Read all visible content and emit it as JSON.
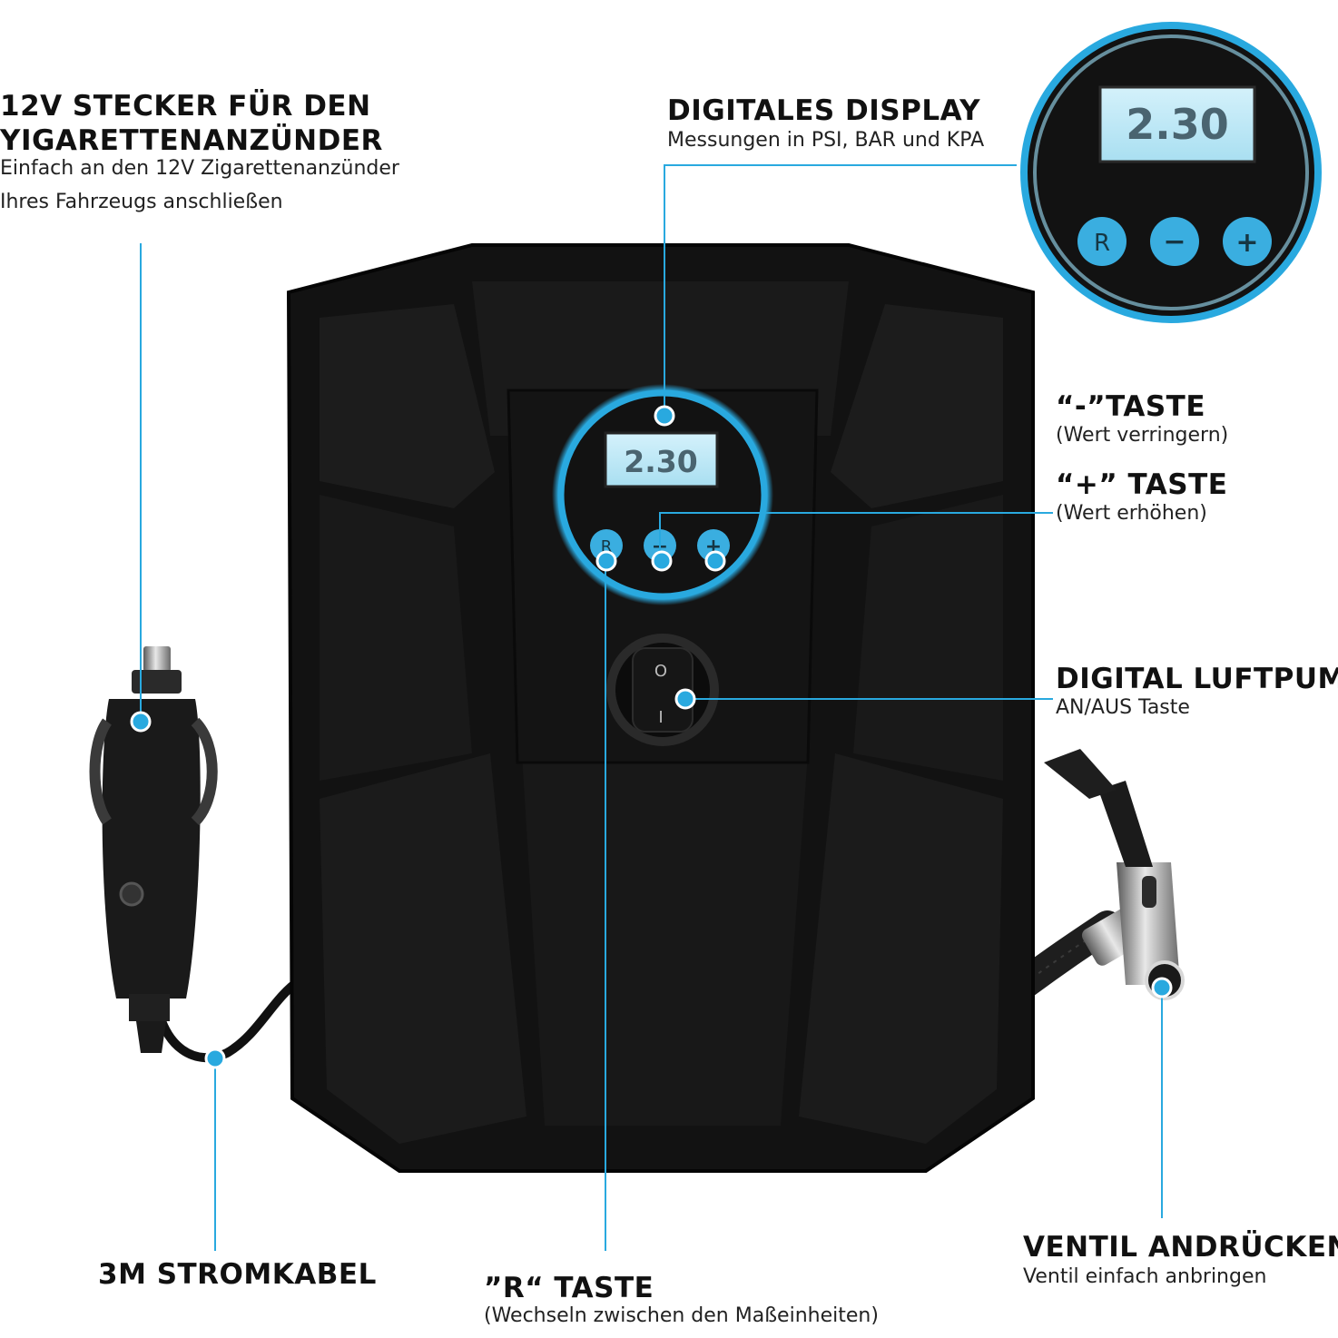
{
  "accent_color": "#29a9df",
  "device_color": "#121212",
  "display": {
    "reading": "2.30",
    "buttons": {
      "reset": "R",
      "minus": "−",
      "plus": "+"
    },
    "switch": {
      "off": "O",
      "on": "I"
    }
  },
  "callouts": {
    "plug": {
      "title_line1": "12V STECKER FÜR DEN",
      "title_line2": "YIGARETTENANZÜNDER",
      "desc_line1": "Einfach an den 12V Zigarettenanzünder",
      "desc_line2": "Ihres Fahrzeugs anschließen"
    },
    "display": {
      "title": "DIGITALES DISPLAY",
      "desc": "Messungen in PSI, BAR und KPA"
    },
    "minus": {
      "title": "“-”TASTE",
      "desc": "(Wert verringern)"
    },
    "plus": {
      "title": "“+” TASTE",
      "desc": "(Wert erhöhen)"
    },
    "power": {
      "title": "DIGITAL LUFTPUMPE",
      "desc": "AN/AUS Taste"
    },
    "cable": {
      "title": "3M STROMKABEL"
    },
    "reset": {
      "title": "”R“ TASTE",
      "desc": "(Wechseln zwischen den Maßeinheiten)"
    },
    "valve": {
      "title": "VENTIL ANDRÜCKEN",
      "desc": "Ventil einfach anbringen"
    }
  }
}
